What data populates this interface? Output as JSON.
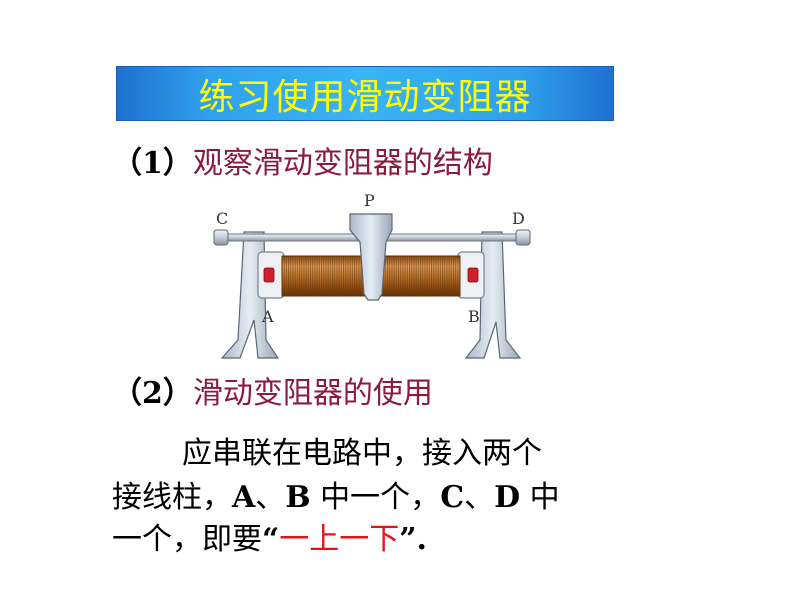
{
  "banner": {
    "title": "练习使用滑动变阻器",
    "color_bg": "#2fa0ec",
    "color_text": "#ffff00"
  },
  "section1": {
    "number": "（1）",
    "text": "观察滑动变阻器的结构"
  },
  "diagram": {
    "labels": {
      "c": "C",
      "d": "D",
      "p": "P",
      "a": "A",
      "b": "B"
    }
  },
  "section2": {
    "number": "（2）",
    "text": "滑动变阻器的使用"
  },
  "paragraph": {
    "line1": "应串联在电路中，接入两个",
    "line2_a": "接线柱，",
    "line2_b": "A",
    "line2_c": "、",
    "line2_d": "B",
    "line2_e": " 中一个，",
    "line2_f": "C",
    "line2_g": "、",
    "line2_h": "D",
    "line2_i": " 中",
    "line3_a": "一个，即要",
    "line3_b": "“",
    "line3_c": "一上一下",
    "line3_d": "”.",
    "highlight_color": "#e8121b"
  }
}
